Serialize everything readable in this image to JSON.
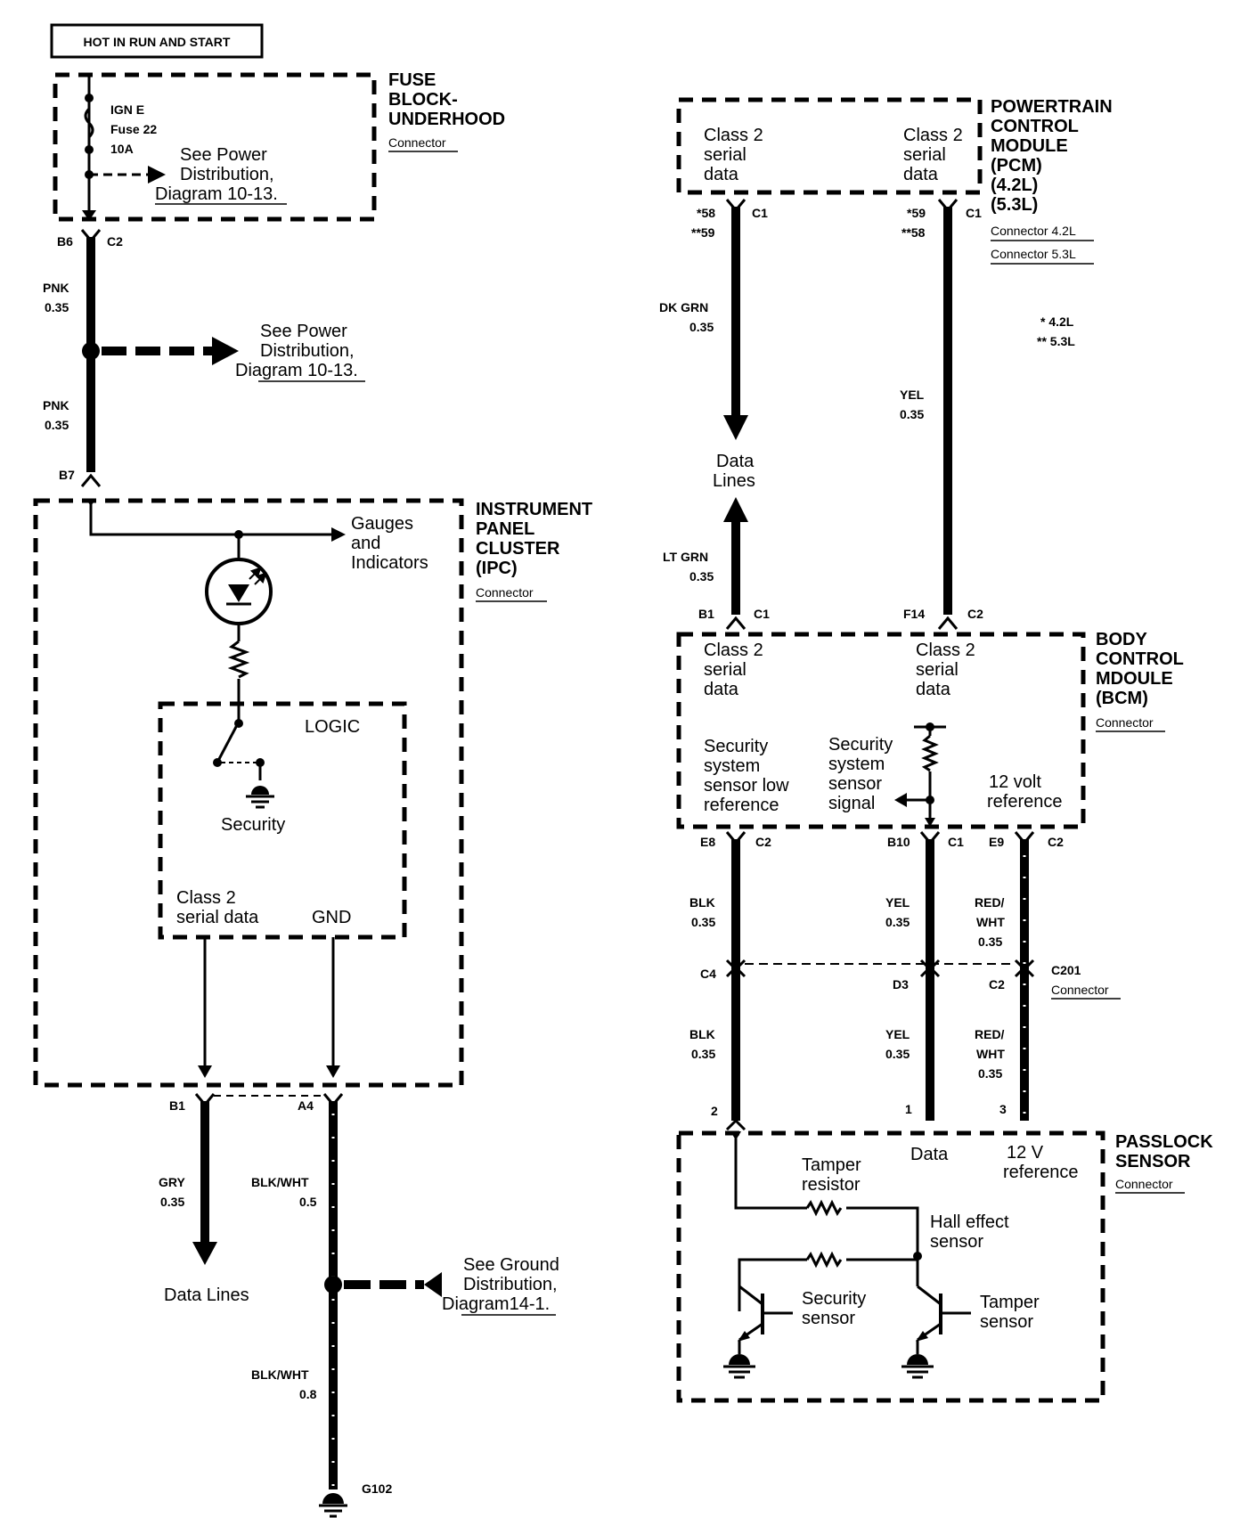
{
  "top_label": "HOT IN RUN AND START",
  "fuse_block": {
    "title": [
      "FUSE",
      "BLOCK-",
      "UNDERHOOD"
    ],
    "connector": "Connector",
    "fuse_lines": [
      "IGN E",
      "Fuse 22",
      "10A"
    ],
    "see_ref": [
      "See Power",
      "Distribution,",
      "Diagram 10-13."
    ]
  },
  "pins": {
    "b6": "B6",
    "c2_top": "C2",
    "b7": "B7",
    "b1_ipc": "B1",
    "a4_ipc": "A4",
    "pcm_p1": "*58",
    "pcm_p1b": "**59",
    "pcm_c1a": "C1",
    "pcm_p2": "*59",
    "pcm_p2b": "**58",
    "pcm_c1b": "C1",
    "bcm_b1": "B1",
    "bcm_c1a": "C1",
    "bcm_f14": "F14",
    "bcm_c2a": "C2",
    "bcm_e8": "E8",
    "bcm_c2b": "C2",
    "bcm_b10": "B10",
    "bcm_c1b": "C1",
    "bcm_e9": "E9",
    "bcm_c2c": "C2",
    "c4": "C4",
    "d3": "D3",
    "c2_mid": "C2",
    "pl_2": "2",
    "pl_1": "1",
    "pl_3": "3",
    "g102": "G102"
  },
  "wires": {
    "pnk1": [
      "PNK",
      "0.35"
    ],
    "pnk2": [
      "PNK",
      "0.35"
    ],
    "gry": [
      "GRY",
      "0.35"
    ],
    "blkwht1": [
      "BLK/WHT",
      "0.5"
    ],
    "blkwht2": [
      "BLK/WHT",
      "0.8"
    ],
    "dkgrn": [
      "DK GRN",
      "0.35"
    ],
    "ltgrn": [
      "LT GRN",
      "0.35"
    ],
    "yel_pcm": [
      "YEL",
      "0.35"
    ],
    "blk1": [
      "BLK",
      "0.35"
    ],
    "yel1": [
      "YEL",
      "0.35"
    ],
    "redwht1": [
      "RED/",
      "WHT",
      "0.35"
    ],
    "blk2": [
      "BLK",
      "0.35"
    ],
    "yel2": [
      "YEL",
      "0.35"
    ],
    "redwht2": [
      "RED/",
      "WHT",
      "0.35"
    ]
  },
  "power_ref": [
    "See Power",
    "Distribution,",
    "Diagram 10-13."
  ],
  "ipc": {
    "title": [
      "INSTRUMENT",
      "PANEL",
      "CLUSTER",
      "(IPC)"
    ],
    "connector": "Connector",
    "gauges": [
      "Gauges",
      "and",
      "Indicators"
    ],
    "logic": "LOGIC",
    "security": "Security",
    "class2": [
      "Class 2",
      "serial data"
    ],
    "gnd": "GND",
    "data_lines": "Data Lines"
  },
  "ground_ref": [
    "See Ground",
    "Distribution,",
    "Diagram14-1."
  ],
  "pcm": {
    "title": [
      "POWERTRAIN",
      "CONTROL",
      "MODULE",
      "(PCM)",
      "(4.2L)",
      "(5.3L)"
    ],
    "connector_42": "Connector 4.2L",
    "connector_53": "Connector 5.3L",
    "class2_left": [
      "Class 2",
      "serial",
      "data"
    ],
    "class2_right": [
      "Class 2",
      "serial",
      "data"
    ],
    "note_42": "* 4.2L",
    "note_53": "** 5.3L"
  },
  "data_lines_mid": [
    "Data",
    "Lines"
  ],
  "bcm": {
    "title": [
      "BODY",
      "CONTROL",
      "MDOULE",
      "(BCM)"
    ],
    "connector": "Connector",
    "class2_left": [
      "Class 2",
      "serial",
      "data"
    ],
    "class2_right": [
      "Class 2",
      "serial",
      "data"
    ],
    "sec_low": [
      "Security",
      "system",
      "sensor low",
      "reference"
    ],
    "sec_sig": [
      "Security",
      "system",
      "sensor",
      "signal"
    ],
    "ref12": [
      "12 volt",
      "reference"
    ]
  },
  "c201": {
    "name": "C201",
    "connector": "Connector"
  },
  "passlock": {
    "title": [
      "PASSLOCK",
      "SENSOR"
    ],
    "connector": "Connector",
    "data": "Data",
    "ref12v": [
      "12 V",
      "reference"
    ],
    "tamper_res": [
      "Tamper",
      "resistor"
    ],
    "hall": [
      "Hall effect",
      "sensor"
    ],
    "security_sensor": [
      "Security",
      "sensor"
    ],
    "tamper_sensor": [
      "Tamper",
      "sensor"
    ]
  }
}
